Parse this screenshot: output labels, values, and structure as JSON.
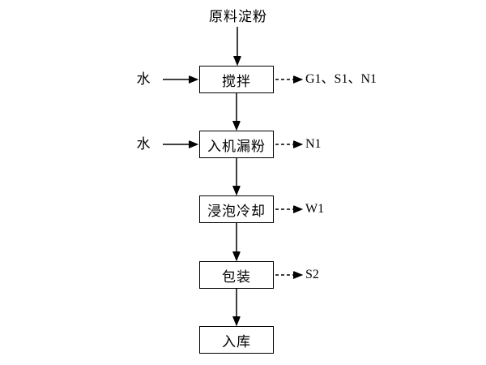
{
  "diagram": {
    "source_label": "原料淀粉",
    "steps": [
      {
        "label": "搅拌",
        "input": "水",
        "output": "G1、S1、N1"
      },
      {
        "label": "入机漏粉",
        "input": "水",
        "output": "N1"
      },
      {
        "label": "浸泡冷却",
        "input": null,
        "output": "W1"
      },
      {
        "label": "包装",
        "input": null,
        "output": "S2"
      },
      {
        "label": "入库",
        "input": null,
        "output": null
      }
    ],
    "colors": {
      "background": "#ffffff",
      "line": "#000000",
      "box_border": "#000000",
      "text": "#000000"
    }
  }
}
